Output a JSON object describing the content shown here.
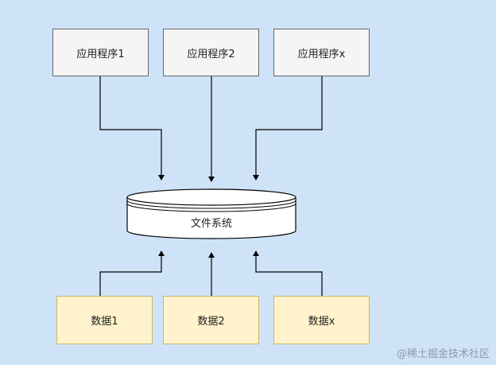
{
  "diagram": {
    "apps": [
      {
        "label": "应用程序1"
      },
      {
        "label": "应用程序2"
      },
      {
        "label": "应用程序x"
      }
    ],
    "filesystem": {
      "label": "文件系统"
    },
    "data": [
      {
        "label": "数据1"
      },
      {
        "label": "数据2"
      },
      {
        "label": "数据x"
      }
    ]
  },
  "watermark": "@稀土掘金技术社区",
  "colors": {
    "background": "#cfe3f8",
    "app_fill": "#f5f5f5",
    "app_border": "#666666",
    "data_fill": "#fff2cc",
    "data_border": "#c9b864",
    "arrow": "#000000"
  }
}
